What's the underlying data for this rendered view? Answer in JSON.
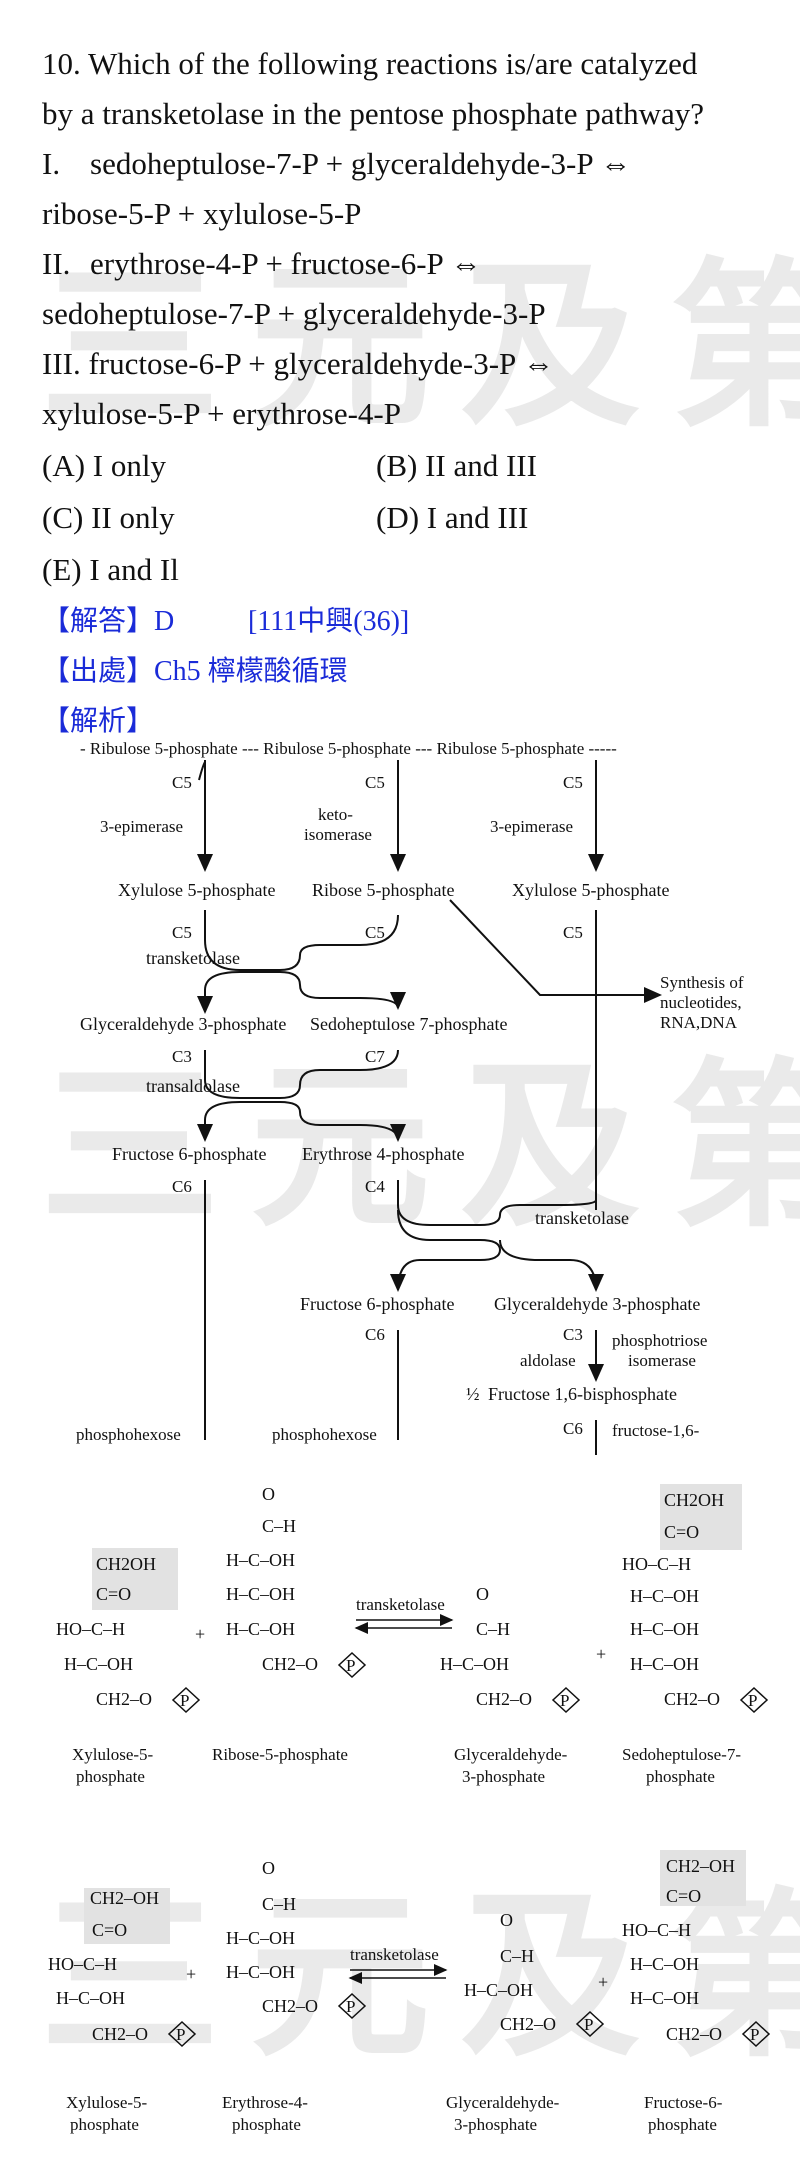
{
  "watermark": "三元及第",
  "question": {
    "l1": "10. Which of the following reactions is/are catalyzed",
    "l2": "by a transketolase in the pentose phosphate pathway?",
    "i_num": "I.",
    "i_a": "sedoheptulose-7-P + glyceraldehyde-3-P ⇔",
    "i_b": "ribose-5-P + xylulose-5-P",
    "ii_num": "II.",
    "ii_a": "erythrose-4-P + fructose-6-P ⇔",
    "ii_b": "sedoheptulose-7-P + glyceraldehyde-3-P",
    "iii_a": "III. fructose-6-P + glyceraldehyde-3-P ⇔",
    "iii_b": "xylulose-5-P + erythrose-4-P",
    "optA": "(A) I only",
    "optB": "(B) II and III",
    "optC": "(C) II only",
    "optD": "(D) I and III",
    "optE": "(E) I and Il"
  },
  "answer": {
    "answer_label": "【解答】D",
    "answer_src": "[111中興(36)]",
    "source_label": "【出處】Ch5  檸檬酸循環",
    "analysis_label": "【解析】"
  },
  "pathway": {
    "top": "- Ribulose 5-phosphate --- Ribulose 5-phosphate --- Ribulose 5-phosphate -----",
    "c5": "C5",
    "c3": "C3",
    "c7": "C7",
    "c6": "C6",
    "c4": "C4",
    "epimerase": "3-epimerase",
    "keto": "keto-",
    "isomerase": "isomerase",
    "xylulose5p": "Xylulose 5-phosphate",
    "ribose5p": "Ribose 5-phosphate",
    "transketolase": "transketolase",
    "synthesis1": "Synthesis of",
    "synthesis2": "nucleotides,",
    "synthesis3": "RNA,DNA",
    "g3p": "Glyceraldehyde 3-phosphate",
    "s7p": "Sedoheptulose 7-phosphate",
    "transaldolase": "transaldolase",
    "f6p": "Fructose 6-phosphate",
    "e4p": "Erythrose 4-phosphate",
    "aldolase": "aldolase",
    "phosphotriose1": "phosphotriose",
    "phosphotriose2": "isomerase",
    "half": "½",
    "fbp": "Fructose 1,6-bisphosphate",
    "fbp_enzyme": "fructose-1,6-",
    "phosphohexose": "phosphohexose"
  },
  "structures": {
    "ch2oh": "CH2OH",
    "ch2_oh": "CH2–OH",
    "co": "C=O",
    "ho_c_h": "HO–C–H",
    "h_c_oh": "H–C–OH",
    "ch2_op": "CH2–O",
    "p": "P",
    "o": "O",
    "bar": "||",
    "c_h": "C–H",
    "plus": "+",
    "transketolase": "transketolase",
    "xylulose_name1": "Xylulose-5-",
    "xylulose_name2": "phosphate",
    "ribose_name": "Ribose-5-phosphate",
    "g3p_name1": "Glyceraldehyde-",
    "g3p_name2": "3-phosphate",
    "s7p_name1": "Sedoheptulose-7-",
    "s7p_name2": "phosphate",
    "e4p_name1": "Erythrose-4-",
    "e4p_name2": "phosphate",
    "f6p_name1": "Fructose-6-",
    "f6p_name2": "phosphate"
  }
}
